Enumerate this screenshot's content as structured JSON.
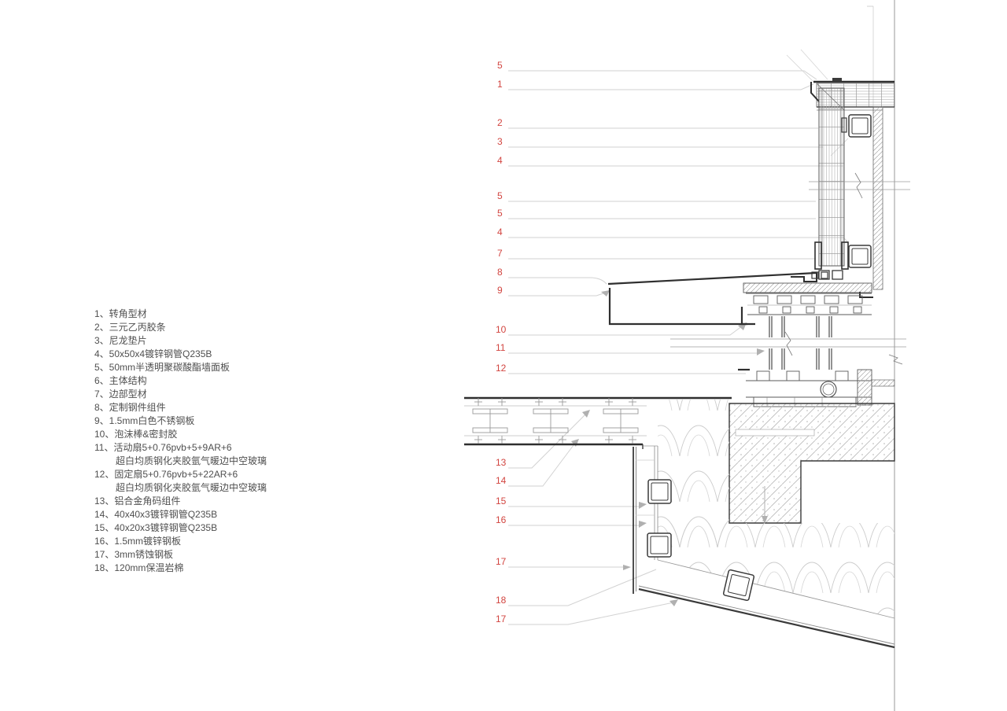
{
  "legend": {
    "items": [
      {
        "text": "1、转角型材"
      },
      {
        "text": "2、三元乙丙胶条"
      },
      {
        "text": "3、尼龙垫片"
      },
      {
        "text": "4、50x50x4镀锌钢管Q235B"
      },
      {
        "text": "5、50mm半透明聚碳酸酯墙面板"
      },
      {
        "text": "6、主体结构"
      },
      {
        "text": "7、边部型材"
      },
      {
        "text": "8、定制钢件组件"
      },
      {
        "text": "9、1.5mm白色不锈钢板"
      },
      {
        "text": "10、泡沫棒&密封胶"
      },
      {
        "text": "11、活动扇5+0.76pvb+5+9AR+6"
      },
      {
        "text": "超白均质钢化夹胶氩气暖边中空玻璃"
      },
      {
        "text": "12、固定扇5+0.76pvb+5+22AR+6"
      },
      {
        "text": "超白均质钢化夹胶氩气暖边中空玻璃"
      },
      {
        "text": "13、铝合金角码组件"
      },
      {
        "text": "14、40x40x3镀锌钢管Q235B"
      },
      {
        "text": "15、40x20x3镀锌钢管Q235B"
      },
      {
        "text": "16、1.5mm镀锌钢板"
      },
      {
        "text": "17、3mm锈蚀钢板"
      },
      {
        "text": "18、120mm保温岩棉"
      }
    ]
  },
  "drawing": {
    "colors": {
      "callout_red": "#d24540",
      "profile_dark": "#2f2f2f",
      "leader_gray": "#d2d2d2",
      "hatch_gray": "#a8a8a8"
    },
    "callouts": [
      {
        "label": "5"
      },
      {
        "label": "1"
      },
      {
        "label": "2"
      },
      {
        "label": "3"
      },
      {
        "label": "4"
      },
      {
        "label": "5"
      },
      {
        "label": "5"
      },
      {
        "label": "4"
      },
      {
        "label": "7"
      },
      {
        "label": "8"
      },
      {
        "label": "9"
      },
      {
        "label": "10"
      },
      {
        "label": "11"
      },
      {
        "label": "12"
      },
      {
        "label": "13"
      },
      {
        "label": "14"
      },
      {
        "label": "15"
      },
      {
        "label": "16"
      },
      {
        "label": "17"
      },
      {
        "label": "18"
      },
      {
        "label": "17"
      }
    ]
  }
}
